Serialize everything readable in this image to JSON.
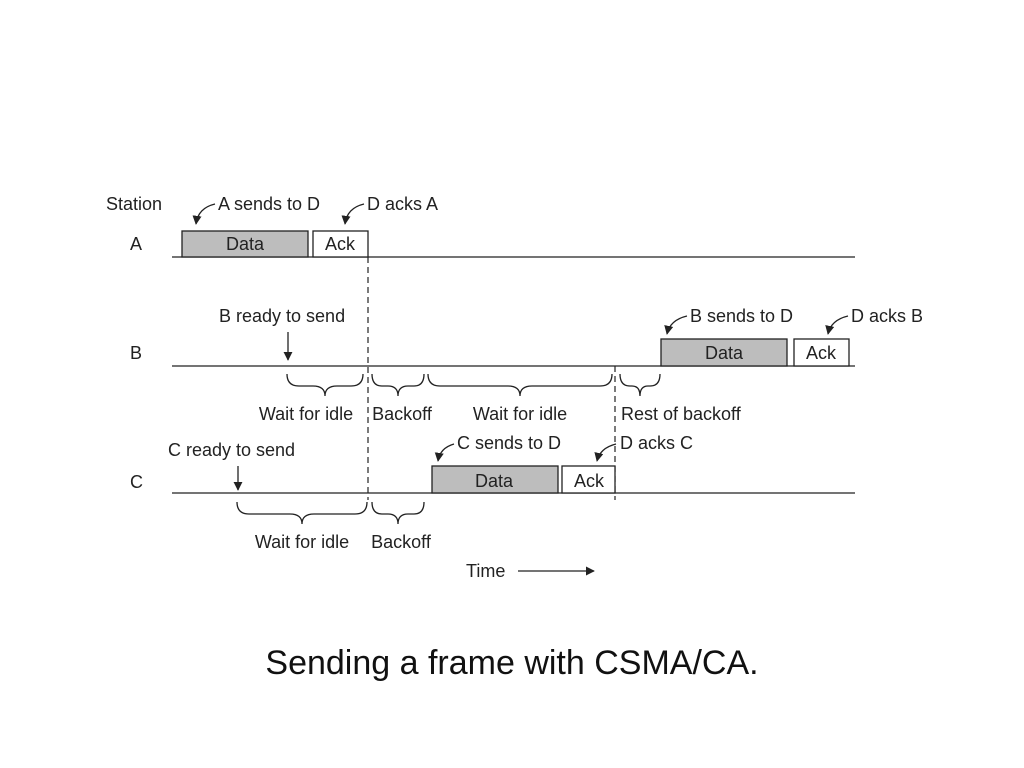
{
  "caption": "Sending a frame with CSMA/CA.",
  "diagram": {
    "station_header": "Station",
    "stations": [
      "A",
      "B",
      "C"
    ],
    "time_label": "Time",
    "boxes": {
      "a_data": "Data",
      "a_ack": "Ack",
      "b_data": "Data",
      "b_ack": "Ack",
      "c_data": "Data",
      "c_ack": "Ack"
    },
    "annotations": {
      "a_sends": "A sends to D",
      "d_acks_a": "D acks A",
      "b_ready": "B ready to send",
      "b_sends": "B sends to D",
      "d_acks_b": "D acks B",
      "c_ready": "C ready to send",
      "c_sends": "C sends to D",
      "d_acks_c": "D acks C"
    },
    "intervals": {
      "b_wait": "Wait for idle",
      "b_backoff": "Backoff",
      "b_wait2": "Wait for idle",
      "b_rest": "Rest of backoff",
      "c_wait": "Wait for idle",
      "c_backoff": "Backoff"
    }
  }
}
